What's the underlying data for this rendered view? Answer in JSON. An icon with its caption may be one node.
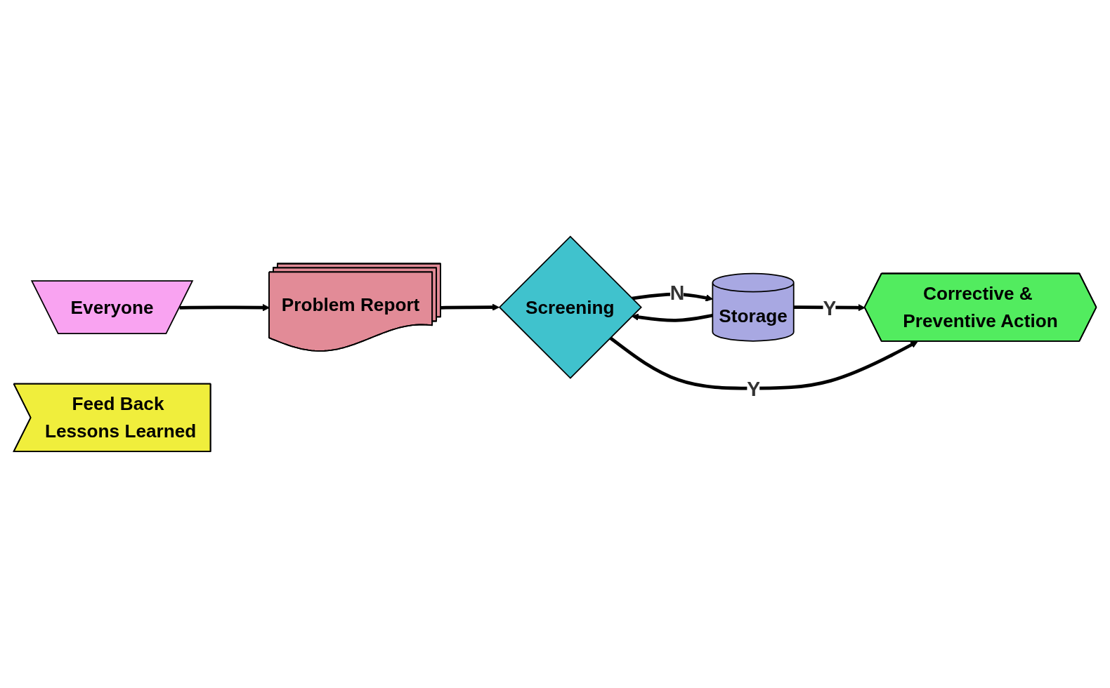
{
  "diagram": {
    "nodes": [
      {
        "text": [
          "Everyone"
        ]
      },
      {
        "text": [
          "Problem Report"
        ]
      },
      {
        "text": [
          "Screening"
        ]
      },
      {
        "text": [
          "Storage"
        ]
      },
      {
        "text": [
          "Corrective & Preventive Action"
        ]
      },
      {
        "text": [
          "Feed Back Lessons Learned"
        ]
      }
    ],
    "edges": [
      {
        "from": 0,
        "to": 1,
        "arrow": "to"
      },
      {
        "from": 1,
        "to": 2,
        "arrow": "to"
      },
      {
        "from": 2,
        "to": 3,
        "arrow": "to",
        "label": "N"
      },
      {
        "from": 3,
        "to": 2,
        "arrow": "to"
      },
      {
        "from": 3,
        "to": 4,
        "arrow": "to",
        "label": "Y"
      },
      {
        "from": 2,
        "to": 4,
        "arrow": "to",
        "label": "Y"
      }
    ]
  }
}
